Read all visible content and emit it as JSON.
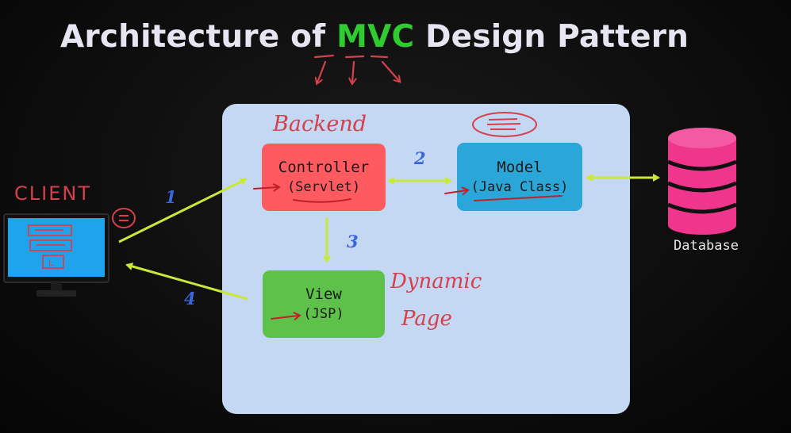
{
  "title": {
    "prefix": "Architecture of ",
    "highlight": "MVC",
    "suffix": " Design Pattern"
  },
  "nodes": {
    "controller": {
      "name": "Controller",
      "sub": "(Servlet)"
    },
    "model": {
      "name": "Model",
      "sub": "(Java Class)"
    },
    "view": {
      "name": "View",
      "sub": "(JSP)"
    },
    "database": {
      "label": "Database"
    }
  },
  "annotations": {
    "backend": "Backend",
    "client": "CLIENT",
    "dynamic": "Dynamic",
    "page": "Page"
  },
  "steps": {
    "s1": "1",
    "s2": "2",
    "s3": "3",
    "s4": "4"
  },
  "colors": {
    "panel": "#c4d8f4",
    "controller": "#ff5a60",
    "model": "#2aa7d8",
    "view": "#5ec24a",
    "database": "#f0368c",
    "arrow": "#c8e83a",
    "handwriting": "#d6404a",
    "step_numbers": "#3a66e0",
    "mvc_highlight": "#2fcc2f"
  },
  "icons": {
    "client": "computer-monitor-icon",
    "database": "database-cylinder-icon"
  }
}
